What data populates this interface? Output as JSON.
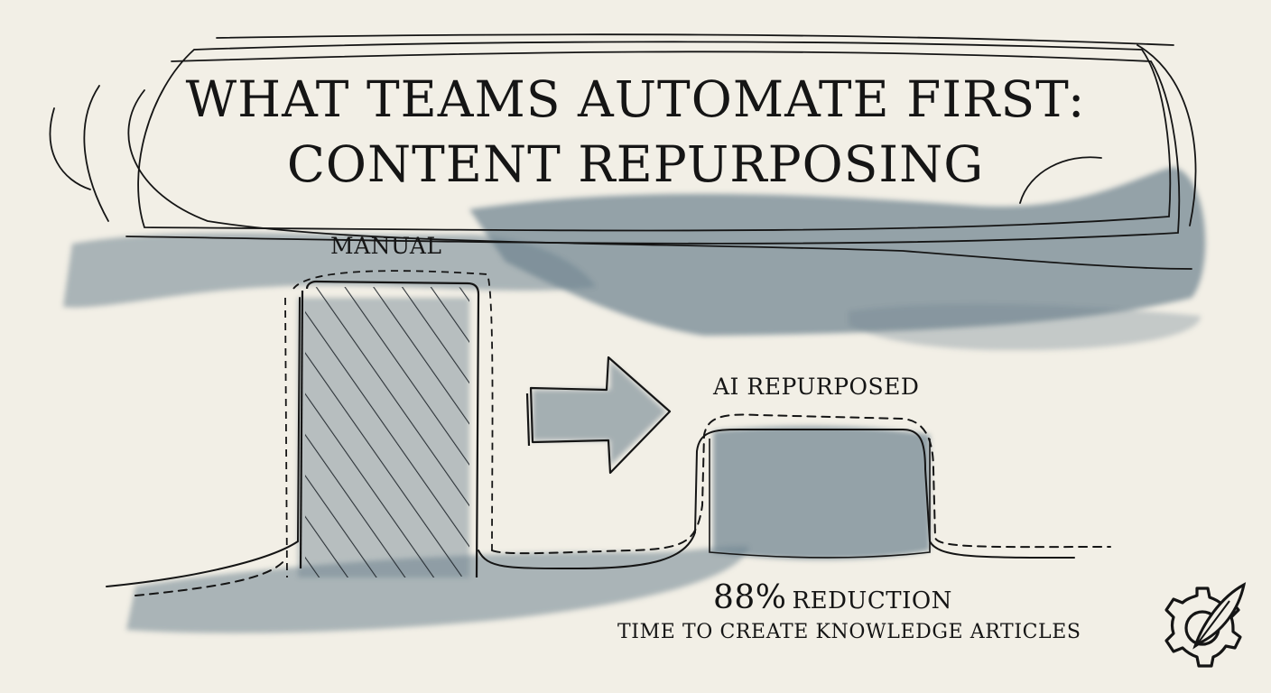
{
  "title": {
    "line1": "WHAT TEAMS AUTOMATE FIRST:",
    "line2": "CONTENT REPURPOSING"
  },
  "comparison": {
    "before_label": "MANUAL",
    "after_label": "AI REPURPOSED",
    "reduction_percent": 88
  },
  "stat": {
    "value": "88%",
    "unit": "REDUCTION",
    "caption": "TIME TO CREATE KNOWLEDGE ARTICLES"
  },
  "icons": {
    "transition": "arrow-right-icon",
    "logo": "gear-quill-icon"
  },
  "colors": {
    "background": "#f2efe6",
    "ink": "#151515",
    "wash": "#6f8390"
  }
}
